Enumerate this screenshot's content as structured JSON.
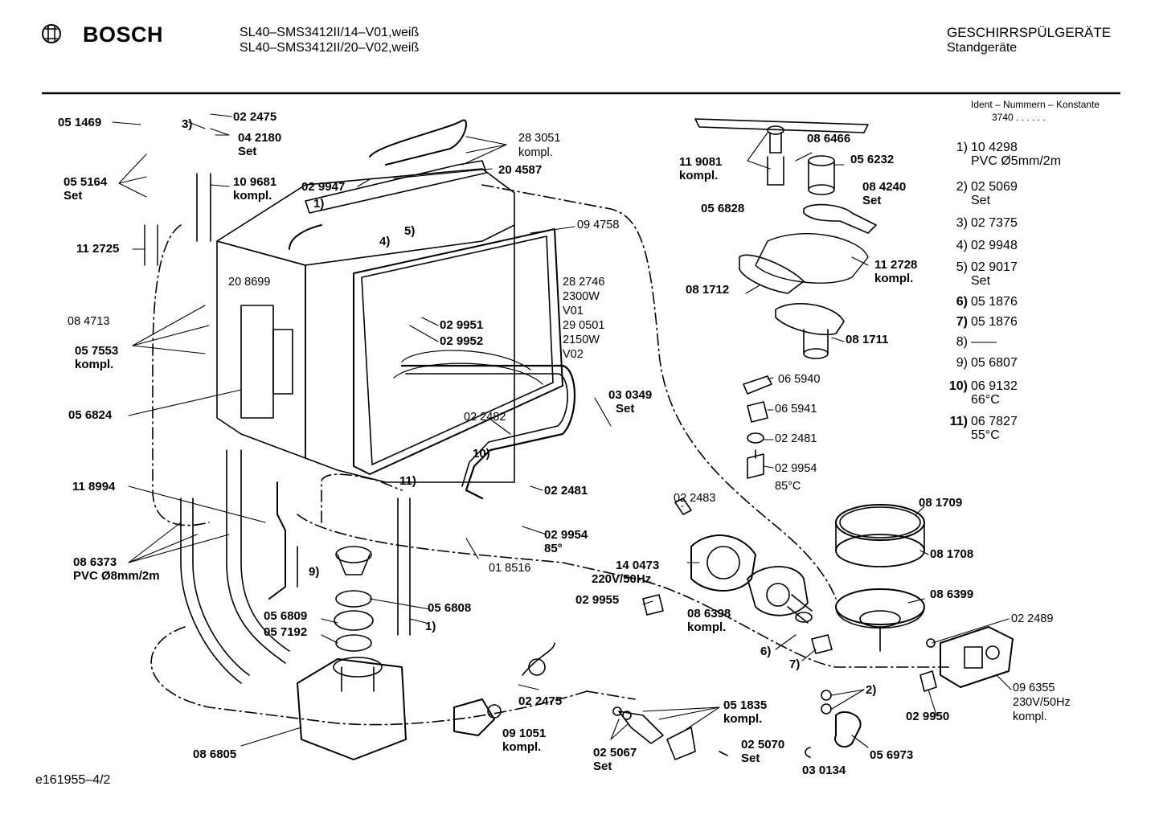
{
  "header": {
    "brand": "BOSCH",
    "model_line_1": "SL40–SMS3412II/14–V01,weiß",
    "model_line_2": "SL40–SMS3412II/20–V02,weiß",
    "category": "GESCHIRRSPÜLGERÄTE",
    "subcategory": "Standgeräte"
  },
  "ident": {
    "title": "Ident – Nummern – Konstante",
    "value": "3740 . . . . . ."
  },
  "legend": [
    {
      "num": "1)",
      "part": "10 4298",
      "note": "PVC Ø5mm/2m",
      "bold": true
    },
    {
      "num": "2)",
      "part": "02 5069",
      "note": "Set",
      "bold": true
    },
    {
      "num": "3)",
      "part": "02 7375",
      "note": "",
      "bold": true
    },
    {
      "num": "4)",
      "part": "02 9948",
      "note": "",
      "bold": true
    },
    {
      "num": "5)",
      "part": "02 9017",
      "note": "Set",
      "bold": true
    },
    {
      "num": "6)",
      "part": "05 1876",
      "note": "",
      "bold": false
    },
    {
      "num": "7)",
      "part": "05 1876",
      "note": "",
      "bold": false
    },
    {
      "num": "8)",
      "part": "——",
      "note": "",
      "bold": true
    },
    {
      "num": "9)",
      "part": "05 6807",
      "note": "",
      "bold": true
    },
    {
      "num": "10)",
      "part": "06 9132",
      "note": "66°C",
      "bold": false
    },
    {
      "num": "11)",
      "part": "06 7827",
      "note": "55°C",
      "bold": false
    }
  ],
  "labels": {
    "p051469": "05 1469",
    "p022475a": "02 2475",
    "m3": "3)",
    "p042180": "04 2180",
    "set_042180": "Set",
    "p055164": "05 5164",
    "set_055164": "Set",
    "p109681": "10 9681",
    "kompl_109681": "kompl.",
    "p112725": "11 2725",
    "p084713": "08 4713",
    "p208699": "20 8699",
    "p057553": "05 7553",
    "kompl_057553": "kompl.",
    "p056824": "05 6824",
    "p118994": "11 8994",
    "p086373": "08 6373",
    "pvc_086373": "PVC Ø8mm/2m",
    "p029947": "02 9947",
    "m1a": "1)",
    "m4": "4)",
    "m5": "5)",
    "p283051": "28 3051",
    "kompl_283051": "kompl.",
    "p204587": "20 4587",
    "p094758": "09 4758",
    "p282746": "28 2746",
    "w2300": "2300W",
    "v01": "V01",
    "p290501": "29 0501",
    "w2150": "2150W",
    "v02": "V02",
    "p029951": "02 9951",
    "p029952": "02 9952",
    "p030349": "03 0349",
    "set_030349": "Set",
    "p022482": "02 2482",
    "m10": "10)",
    "m11": "11)",
    "p022481a": "02 2481",
    "p029954a": "02 9954",
    "deg85a": "85°",
    "p018516": "01 8516",
    "m9": "9)",
    "p056808": "05 6808",
    "p056809": "05 6809",
    "p057192": "05 7192",
    "m1b": "1)",
    "p022475b": "02 2475",
    "p086805": "08 6805",
    "p091051": "09 1051",
    "kompl_091051": "kompl.",
    "p025067": "02 5067",
    "set_025067": "Set",
    "p051835": "05 1835",
    "kompl_051835": "kompl.",
    "p025070": "02 5070",
    "set_025070": "Set",
    "p030134": "03 0134",
    "p056973": "05 6973",
    "p029950": "02 9950",
    "m2": "2)",
    "m6": "6)",
    "m7": "7)",
    "p022489": "02 2489",
    "p096355": "09 6355",
    "v230": "230V/50Hz",
    "kompl_096355": "kompl.",
    "p086399": "08 6399",
    "p081708": "08 1708",
    "p081709": "08 1709",
    "p086398": "08 6398",
    "kompl_086398": "kompl.",
    "p140473": "14 0473",
    "v220": "220V/50Hz",
    "p029955": "02 9955",
    "p022483": "02 2483",
    "p065940": "06 5940",
    "p065941": "06 5941",
    "p022481b": "02 2481",
    "p029954b": "02 9954",
    "deg85b": "85°C",
    "p086466": "08 6466",
    "p119081": "11 9081",
    "kompl_119081": "kompl.",
    "p056828": "05 6828",
    "p056232": "05 6232",
    "p084240": "08 4240",
    "set_084240": "Set",
    "p112728": "11 2728",
    "kompl_112728": "kompl.",
    "p081712": "08 1712",
    "p081711": "08 1711"
  },
  "footer": {
    "drawing_id": "e161955–4/2"
  }
}
